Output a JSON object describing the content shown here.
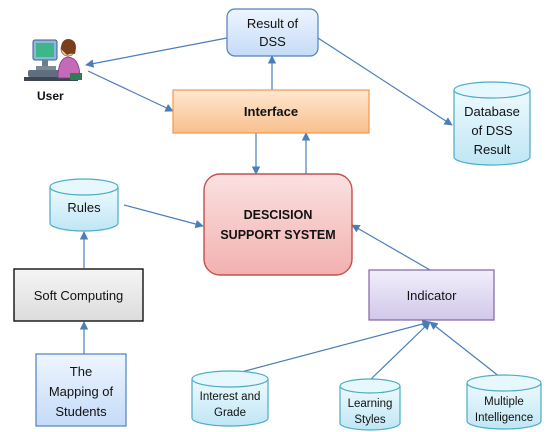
{
  "diagram": {
    "nodes": {
      "result": {
        "lines": [
          "Result of",
          "DSS"
        ]
      },
      "user": {
        "label": "User"
      },
      "interface": {
        "label": "Interface"
      },
      "database": {
        "lines": [
          "Database",
          "of DSS",
          "Result"
        ]
      },
      "rules": {
        "label": "Rules"
      },
      "dss": {
        "lines": [
          "DESCISION",
          "SUPPORT SYSTEM"
        ]
      },
      "soft": {
        "label": "Soft Computing"
      },
      "indicator": {
        "label": "Indicator"
      },
      "mapping": {
        "lines": [
          "The",
          "Mapping of",
          "Students"
        ]
      },
      "interest": {
        "lines": [
          "Interest and",
          "Grade"
        ]
      },
      "learning": {
        "lines": [
          "Learning",
          "Styles"
        ]
      },
      "multiple": {
        "lines": [
          "Multiple",
          "Intelligence"
        ]
      }
    },
    "colors": {
      "blue_fill": "#d6e6fb",
      "blue_stroke": "#4f81bd",
      "cyan_fill": "#d3eef8",
      "cyan_stroke": "#4bacc6",
      "orange_fill": "#fbd5b2",
      "orange_stroke": "#f79646",
      "red_fill": "#f6c5c4",
      "red_stroke": "#c0504d",
      "grey_fill": "#e6e6e6",
      "purple_fill": "#e0dbf0",
      "purple_stroke": "#8064a2",
      "arrow": "#4a7ebb"
    },
    "icons": {
      "user": "user-at-computer-icon"
    }
  }
}
